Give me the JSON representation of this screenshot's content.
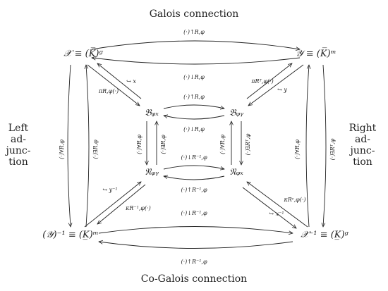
{
  "titles": {
    "top": "Galois connection",
    "bottom": "Co-Galois connection",
    "left": [
      "Left",
      "ad-",
      "junc-",
      "tion"
    ],
    "right": [
      "Right",
      "ad-",
      "junc-",
      "tion"
    ]
  },
  "nodes": {
    "top_left": "𝒳 ≡ (K̅)ᵍ",
    "top_right": "𝒴 ≡ (K̅)ᵐ",
    "bottom_left": "(𝒴)⁻¹ ≡ (K̲)ᵐ",
    "bottom_right": "𝒳⁻¹ ≡ (K̲)ᵍ",
    "b_x": "𝔅ᵩₓ",
    "b_y": "𝔅ᵩᵧ",
    "n_y": "𝔑ᵩᵧ",
    "n_x": "𝔑ᵩₓ"
  },
  "labels": {
    "top_arrow": "(·)↑R,φ",
    "top_return": "(·)↓R,φ",
    "inner_top": "(·)↑R,φ",
    "inner_top_return": "(·)↓R,φ",
    "inner_bottom": "(·)↓R⁻¹,φ",
    "inner_bottom_return": "(·)↑R⁻¹,φ",
    "bottom_arrow": "(·)↓R⁻¹,φ",
    "bottom_return": "(·)↑R⁻¹,φ",
    "pi_left": "πR,φ(·)",
    "pi_right": "πRᵀ,φ(·)",
    "hook_x": "↪ x",
    "hook_y": "↪ y",
    "hook_y_inv": "↪ y⁻¹",
    "hook_x_inv": "↪ x⁻¹",
    "kappa_left": "κR⁻¹,φ(·)",
    "kappa_right": "κRᶜ,φ(·)",
    "left_outer_down": "(·)∀R,φ",
    "left_outer_up": "(·)∃R,φ",
    "right_outer_down": "(·)∃Rᵀ,φ",
    "right_outer_up": "(·)∀R,φ",
    "inner_left_down": "(·)∀R,φ",
    "inner_left_up": "(·)∃R,φ",
    "inner_right_down": "(·)∀R,φ",
    "inner_right_up": "(·)∃Rᵀ,φ"
  }
}
